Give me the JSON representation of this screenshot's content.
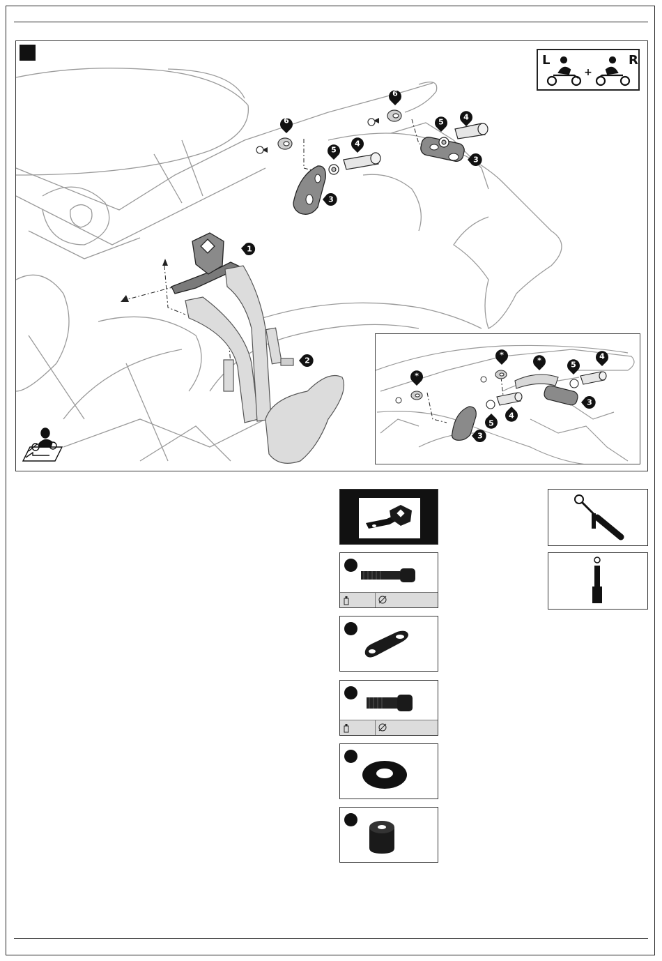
{
  "rider_badge": {
    "left_label": "L",
    "plus_sign": "+",
    "right_label": "R"
  },
  "callouts": {
    "bracket": "1",
    "lower_screw": "2",
    "plate": "3",
    "screw": "4",
    "washer": "5",
    "spacer": "6"
  },
  "inset_callouts": {
    "spacer_note": "*",
    "screw": "4",
    "washer": "5",
    "plate": "3"
  },
  "parts": [
    {
      "part": "bracket",
      "number_shown": false
    },
    {
      "part": "screw-long",
      "number_shown": true,
      "has_spec_bar": true
    },
    {
      "part": "plate",
      "number_shown": true
    },
    {
      "part": "screw-short",
      "number_shown": true,
      "has_spec_bar": true
    },
    {
      "part": "washer",
      "number_shown": true
    },
    {
      "part": "spacer",
      "number_shown": true
    }
  ],
  "tools": [
    {
      "name": "allen-key-and-screwdriver"
    },
    {
      "name": "socket-wrench"
    }
  ],
  "icons": {
    "threadlocker": "threadlocker-icon",
    "torque": "torque-icon",
    "rider_view": "rider-view-icon",
    "motorcycle": "motorcycle-icon"
  },
  "colors": {
    "ink": "#111111",
    "part_gray": "#bdbdbd",
    "spec_bar": "#dcdcdc"
  }
}
